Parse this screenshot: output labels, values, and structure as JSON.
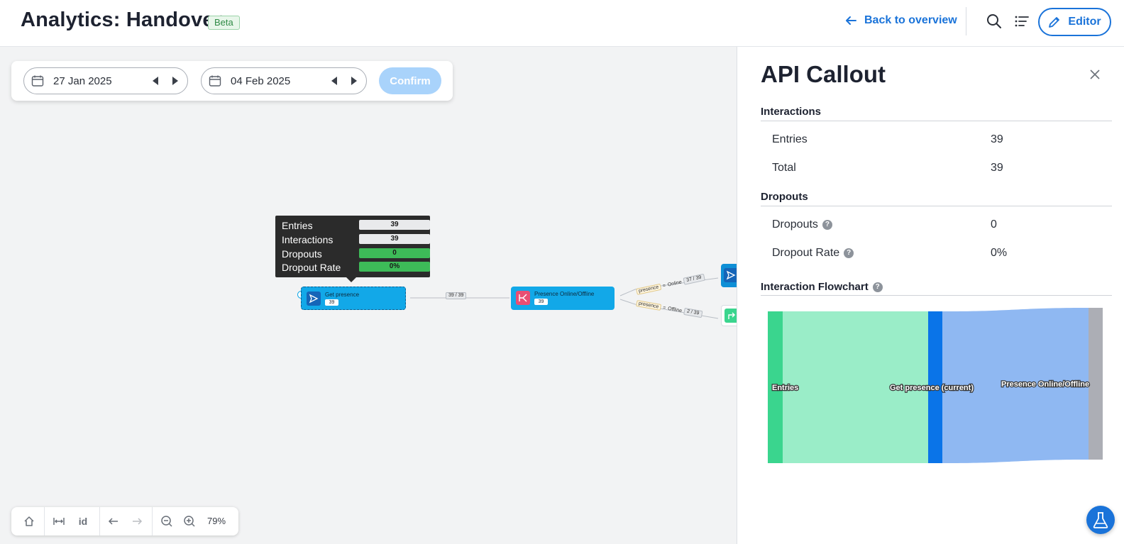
{
  "header": {
    "title": "Analytics: Handover",
    "badge": "Beta",
    "back_label": "Back to overview",
    "editor_label": "Editor",
    "icons": [
      "arrow-left-icon",
      "search-icon",
      "list-icon",
      "pencil-icon"
    ]
  },
  "date_range": {
    "start": "27 Jan 2025",
    "end": "04 Feb 2025",
    "confirm_label": "Confirm"
  },
  "flow": {
    "nodes": [
      {
        "label": "Get presence",
        "count": "39",
        "icon": "send-icon"
      },
      {
        "label": "Presence Online/Offline",
        "count": "39",
        "icon": "branch-icon"
      }
    ],
    "edges": [
      {
        "label": "39 / 39"
      },
      {
        "key": "presence",
        "op": "=",
        "value": "Online",
        "count": "37 / 39"
      },
      {
        "key": "presence",
        "op": "=",
        "value": "Offline",
        "count": "2 / 39"
      }
    ]
  },
  "tooltip": {
    "rows": [
      {
        "label": "Entries",
        "value": "39"
      },
      {
        "label": "Interactions",
        "value": "39"
      },
      {
        "label": "Dropouts",
        "value": "0"
      },
      {
        "label": "Dropout Rate",
        "value": "0%"
      }
    ]
  },
  "toolbar": {
    "id_label": "id",
    "zoom": "79%",
    "icons": [
      "home-icon",
      "fit-width-icon",
      "undo-icon",
      "redo-icon",
      "zoom-out-icon",
      "zoom-in-icon"
    ]
  },
  "panel": {
    "title": "API Callout",
    "interactions": {
      "title": "Interactions",
      "rows": [
        {
          "label": "Entries",
          "value": "39"
        },
        {
          "label": "Total",
          "value": "39"
        }
      ]
    },
    "dropouts": {
      "title": "Dropouts",
      "rows": [
        {
          "label": "Dropouts",
          "value": "0"
        },
        {
          "label": "Dropout Rate",
          "value": "0%"
        }
      ]
    },
    "flowchart_title": "Interaction Flowchart",
    "sankey": {
      "nodes": [
        "Entries",
        "Get presence (current)",
        "Presence Online/Offline"
      ],
      "colors": [
        "#3ad58e",
        "#9aedc8",
        "#0a74e8",
        "#8fb8f2",
        "#acaeb5"
      ]
    }
  },
  "colors": {
    "accent": "#1a73d9",
    "node": "#12a8e8",
    "canvas": "#f2f3f4",
    "success": "#3dbb58"
  }
}
